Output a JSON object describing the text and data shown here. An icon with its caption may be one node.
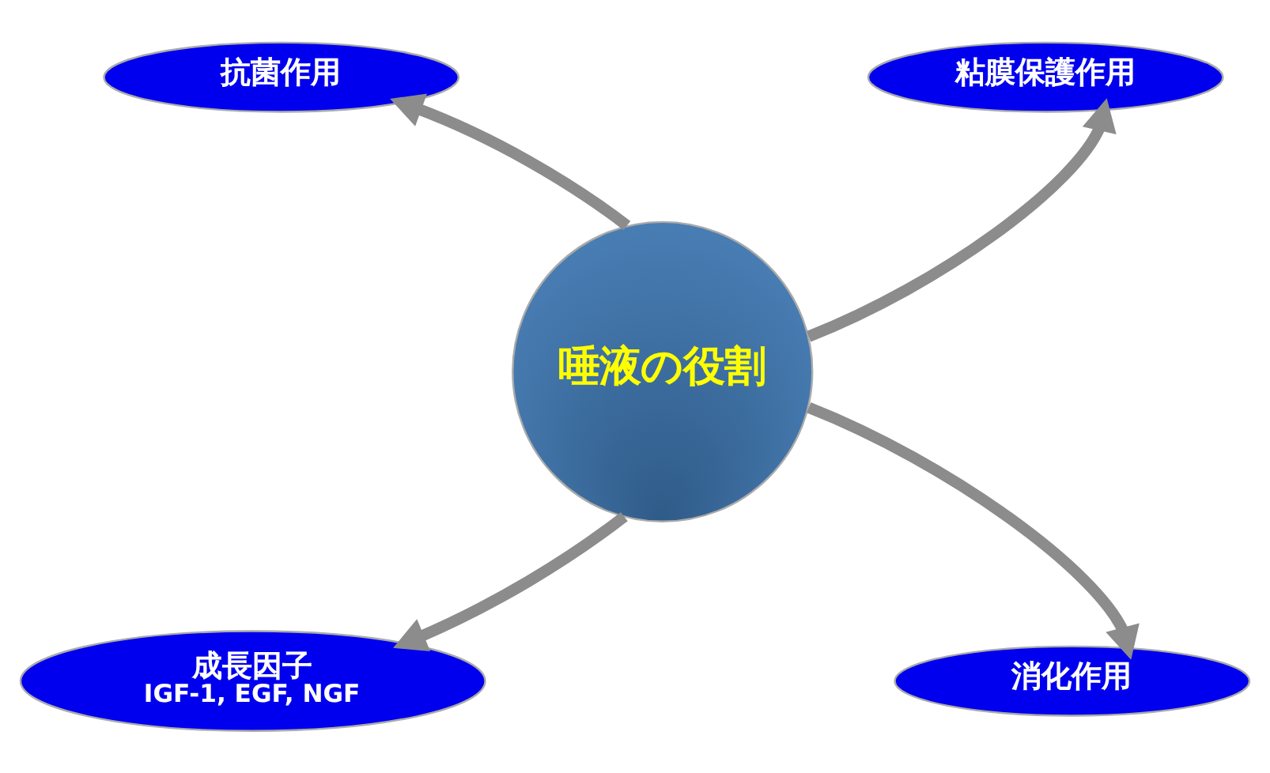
{
  "diagram": {
    "nodes": [
      {
        "text": [
          "唾液の役割"
        ]
      },
      {
        "text": [
          "抗菌作用"
        ]
      },
      {
        "text": [
          "粘膜保護作用"
        ]
      },
      {
        "text": [
          "成長因子",
          "IGF-1, EGF, NGF"
        ]
      },
      {
        "text": [
          "消化作用"
        ]
      }
    ],
    "edges": [
      {
        "from": 0,
        "to": 1,
        "arrow": "to"
      },
      {
        "from": 0,
        "to": 2,
        "arrow": "to"
      },
      {
        "from": 0,
        "to": 3,
        "arrow": "to"
      },
      {
        "from": 0,
        "to": 4,
        "arrow": "to"
      }
    ]
  }
}
